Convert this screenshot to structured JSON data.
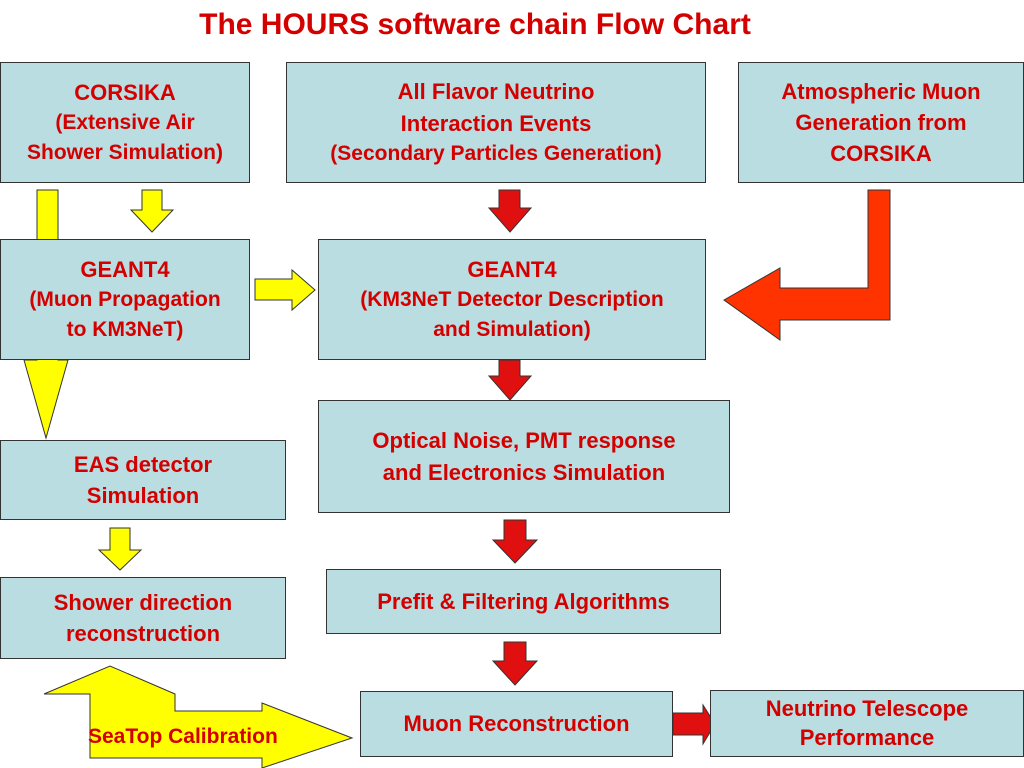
{
  "title": "The HOURS software chain Flow Chart",
  "boxes": {
    "corsika": {
      "line1": "CORSIKA",
      "line2": "(Extensive Air",
      "line3": "Shower Simulation)"
    },
    "neutrino_events": {
      "line1": "All Flavor Neutrino",
      "line2": "Interaction Events",
      "line3": "(Secondary Particles Generation)"
    },
    "atm_muon": {
      "line1": "Atmospheric  Muon",
      "line2": "Generation from",
      "line3": "CORSIKA"
    },
    "geant4_muon": {
      "line1": "GEANT4",
      "line2": "(Muon Propagation",
      "line3": "to KM3NeT)"
    },
    "geant4_km3net": {
      "line1": "GEANT4",
      "line2": "(KM3NeT Detector Description",
      "line3": "and Simulation)"
    },
    "optical_noise": {
      "line1": "Optical Noise, PMT response",
      "line2": "and Electronics Simulation"
    },
    "eas_detector": {
      "line1": "EAS detector",
      "line2": "Simulation"
    },
    "shower_direction": {
      "line1": "Shower direction",
      "line2": "reconstruction"
    },
    "prefit": {
      "line1": "Prefit & Filtering Algorithms"
    },
    "muon_reco": {
      "line1": "Muon Reconstruction"
    },
    "telescope_perf": {
      "line1": "Neutrino Telescope",
      "line2": "Performance"
    }
  },
  "seatop_label": "SeaTop Calibration",
  "colors": {
    "box_fill": "#b9dde0",
    "text_red": "#d40000",
    "arrow_yellow": "#ffff00",
    "arrow_red": "#e01010",
    "arrow_orange_red": "#ff3300"
  }
}
